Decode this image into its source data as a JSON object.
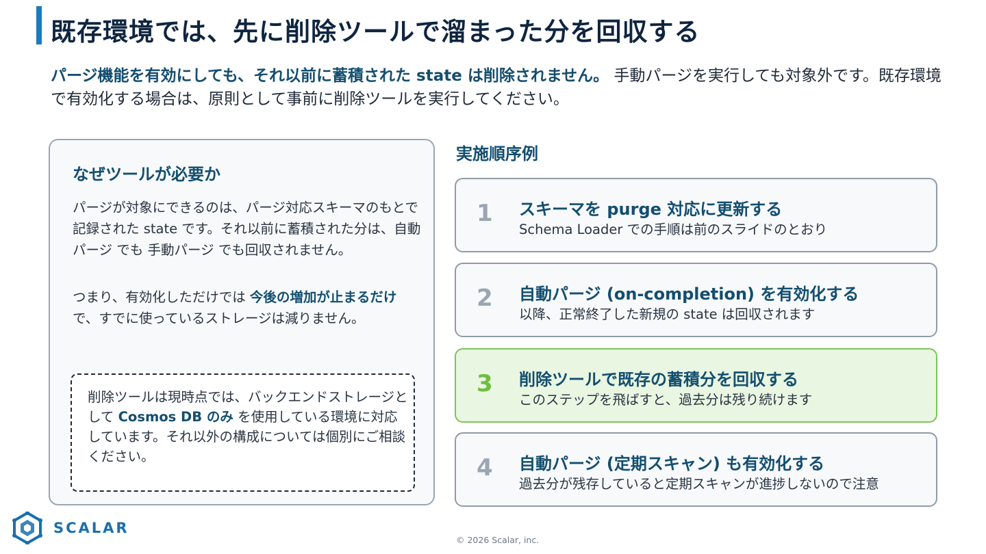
{
  "title": "既存環境では、先に削除ツールで溜まった分を回収する",
  "lead": {
    "emphasis": "パージ機能を有効にしても、それ以前に蓄積された state は削除されません。",
    "text": " 手動パージを実行しても対象外です。既存環境で有効化する場合は、原則として事前に削除ツールを実行してください。"
  },
  "why": {
    "title": "なぜツールが必要か",
    "p1": "パージが対象にできるのは、パージ対応スキーマのもとで記録された state です。それ以前に蓄積された分は、自動パージ でも 手動パージ でも回収されません。",
    "p2_pre": "つまり、有効化しただけでは ",
    "p2_emph": "今後の増加が止まるだけ",
    "p2_post": " で、すでに使っているストレージは減りません。",
    "note_pre": "削除ツールは現時点では、バックエンドストレージとして ",
    "note_emph": "Cosmos DB のみ",
    "note_post": " を使用している環境に対応しています。それ以外の構成については個別にご相談ください。"
  },
  "steps_heading": "実施順序例",
  "steps": [
    {
      "num": "1",
      "title": "スキーマを purge 対応に更新する",
      "sub": "Schema Loader での手順は前のスライドのとおり"
    },
    {
      "num": "2",
      "title": "自動パージ (on-completion) を有効化する",
      "sub": "以降、正常終了した新規の state は回収されます"
    },
    {
      "num": "3",
      "title": "削除ツールで既存の蓄積分を回収する",
      "sub": "このステップを飛ばすと、過去分は残り続けます"
    },
    {
      "num": "4",
      "title": "自動パージ (定期スキャン) も有効化する",
      "sub": "過去分が残存していると定期スキャンが進捗しないので注意"
    }
  ],
  "logo_text": "SCALAR",
  "copyright": "© 2026 Scalar, inc."
}
